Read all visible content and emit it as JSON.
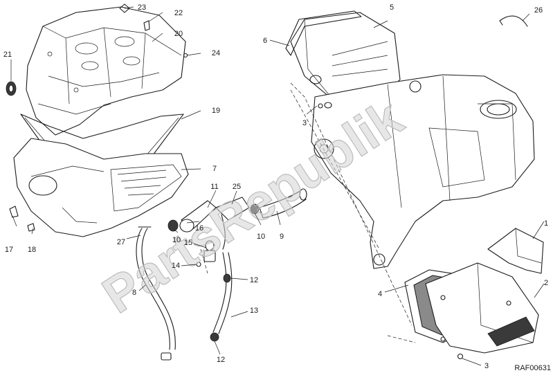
{
  "diagram": {
    "reference_code": "RAF00631",
    "watermark": "PartsRepublik",
    "callouts": [
      {
        "id": "c23",
        "label": "23"
      },
      {
        "id": "c22",
        "label": "22"
      },
      {
        "id": "c20",
        "label": "20"
      },
      {
        "id": "c21",
        "label": "21"
      },
      {
        "id": "c24",
        "label": "24"
      },
      {
        "id": "c19",
        "label": "19"
      },
      {
        "id": "c7",
        "label": "7"
      },
      {
        "id": "c17",
        "label": "17"
      },
      {
        "id": "c18",
        "label": "18"
      },
      {
        "id": "c6",
        "label": "6"
      },
      {
        "id": "c5",
        "label": "5"
      },
      {
        "id": "c26",
        "label": "26"
      },
      {
        "id": "c3a",
        "label": "3"
      },
      {
        "id": "c11",
        "label": "11"
      },
      {
        "id": "c25",
        "label": "25"
      },
      {
        "id": "c16",
        "label": "16"
      },
      {
        "id": "c10a",
        "label": "10"
      },
      {
        "id": "c10b",
        "label": "10"
      },
      {
        "id": "c9",
        "label": "9"
      },
      {
        "id": "c27",
        "label": "27"
      },
      {
        "id": "c15",
        "label": "15"
      },
      {
        "id": "c14",
        "label": "14"
      },
      {
        "id": "c8",
        "label": "8"
      },
      {
        "id": "c12a",
        "label": "12"
      },
      {
        "id": "c13",
        "label": "13"
      },
      {
        "id": "c12b",
        "label": "12"
      },
      {
        "id": "c1",
        "label": "1"
      },
      {
        "id": "c2",
        "label": "2"
      },
      {
        "id": "c4",
        "label": "4"
      },
      {
        "id": "c3b",
        "label": "3"
      }
    ]
  }
}
